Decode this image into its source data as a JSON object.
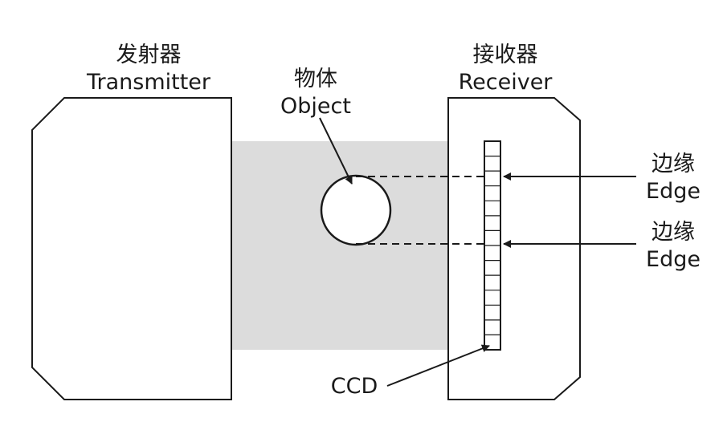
{
  "transmitter": {
    "label_zh": "发射器",
    "label_en": "Transmitter"
  },
  "receiver": {
    "label_zh": "接收器",
    "label_en": "Receiver"
  },
  "object": {
    "label_zh": "物体",
    "label_en": "Object"
  },
  "edges": [
    {
      "label_zh": "边缘",
      "label_en": "Edge"
    },
    {
      "label_zh": "边缘",
      "label_en": "Edge"
    }
  ],
  "ccd": {
    "label": "CCD"
  },
  "colors": {
    "stroke": "#1a1a1a",
    "beam": "#dcdcdc",
    "background": "#ffffff"
  }
}
